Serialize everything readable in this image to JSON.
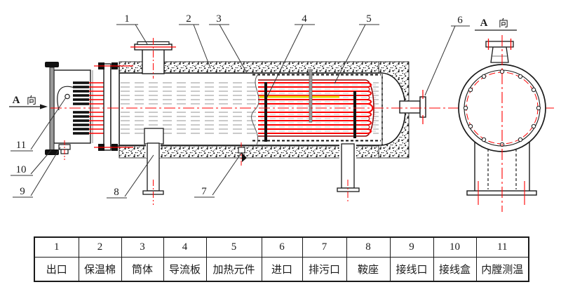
{
  "view_marker": {
    "letter": "A",
    "char": "向"
  },
  "a_view": {
    "letter": "A",
    "char": "向"
  },
  "callouts": [
    "1",
    "2",
    "3",
    "4",
    "5",
    "6",
    "7",
    "8",
    "9",
    "10",
    "11"
  ],
  "legend_table": {
    "items": [
      {
        "num": "1",
        "label": "出口"
      },
      {
        "num": "2",
        "label": "保温棉"
      },
      {
        "num": "3",
        "label": "筒体"
      },
      {
        "num": "4",
        "label": "导流板"
      },
      {
        "num": "5",
        "label": "加热元件"
      },
      {
        "num": "6",
        "label": "进口"
      },
      {
        "num": "7",
        "label": "排污口"
      },
      {
        "num": "8",
        "label": "鞍座"
      },
      {
        "num": "9",
        "label": "接线口"
      },
      {
        "num": "10",
        "label": "接线盒"
      },
      {
        "num": "11",
        "label": "内膛测温"
      }
    ]
  },
  "colors": {
    "centerline_red": "#ff0000",
    "element_red": "#ff0000",
    "element_dark_red": "#8b0000",
    "sensor_yellow": "#e6d800",
    "steel_gray": "#9a9a9a",
    "line_black": "#1a1a1a"
  }
}
